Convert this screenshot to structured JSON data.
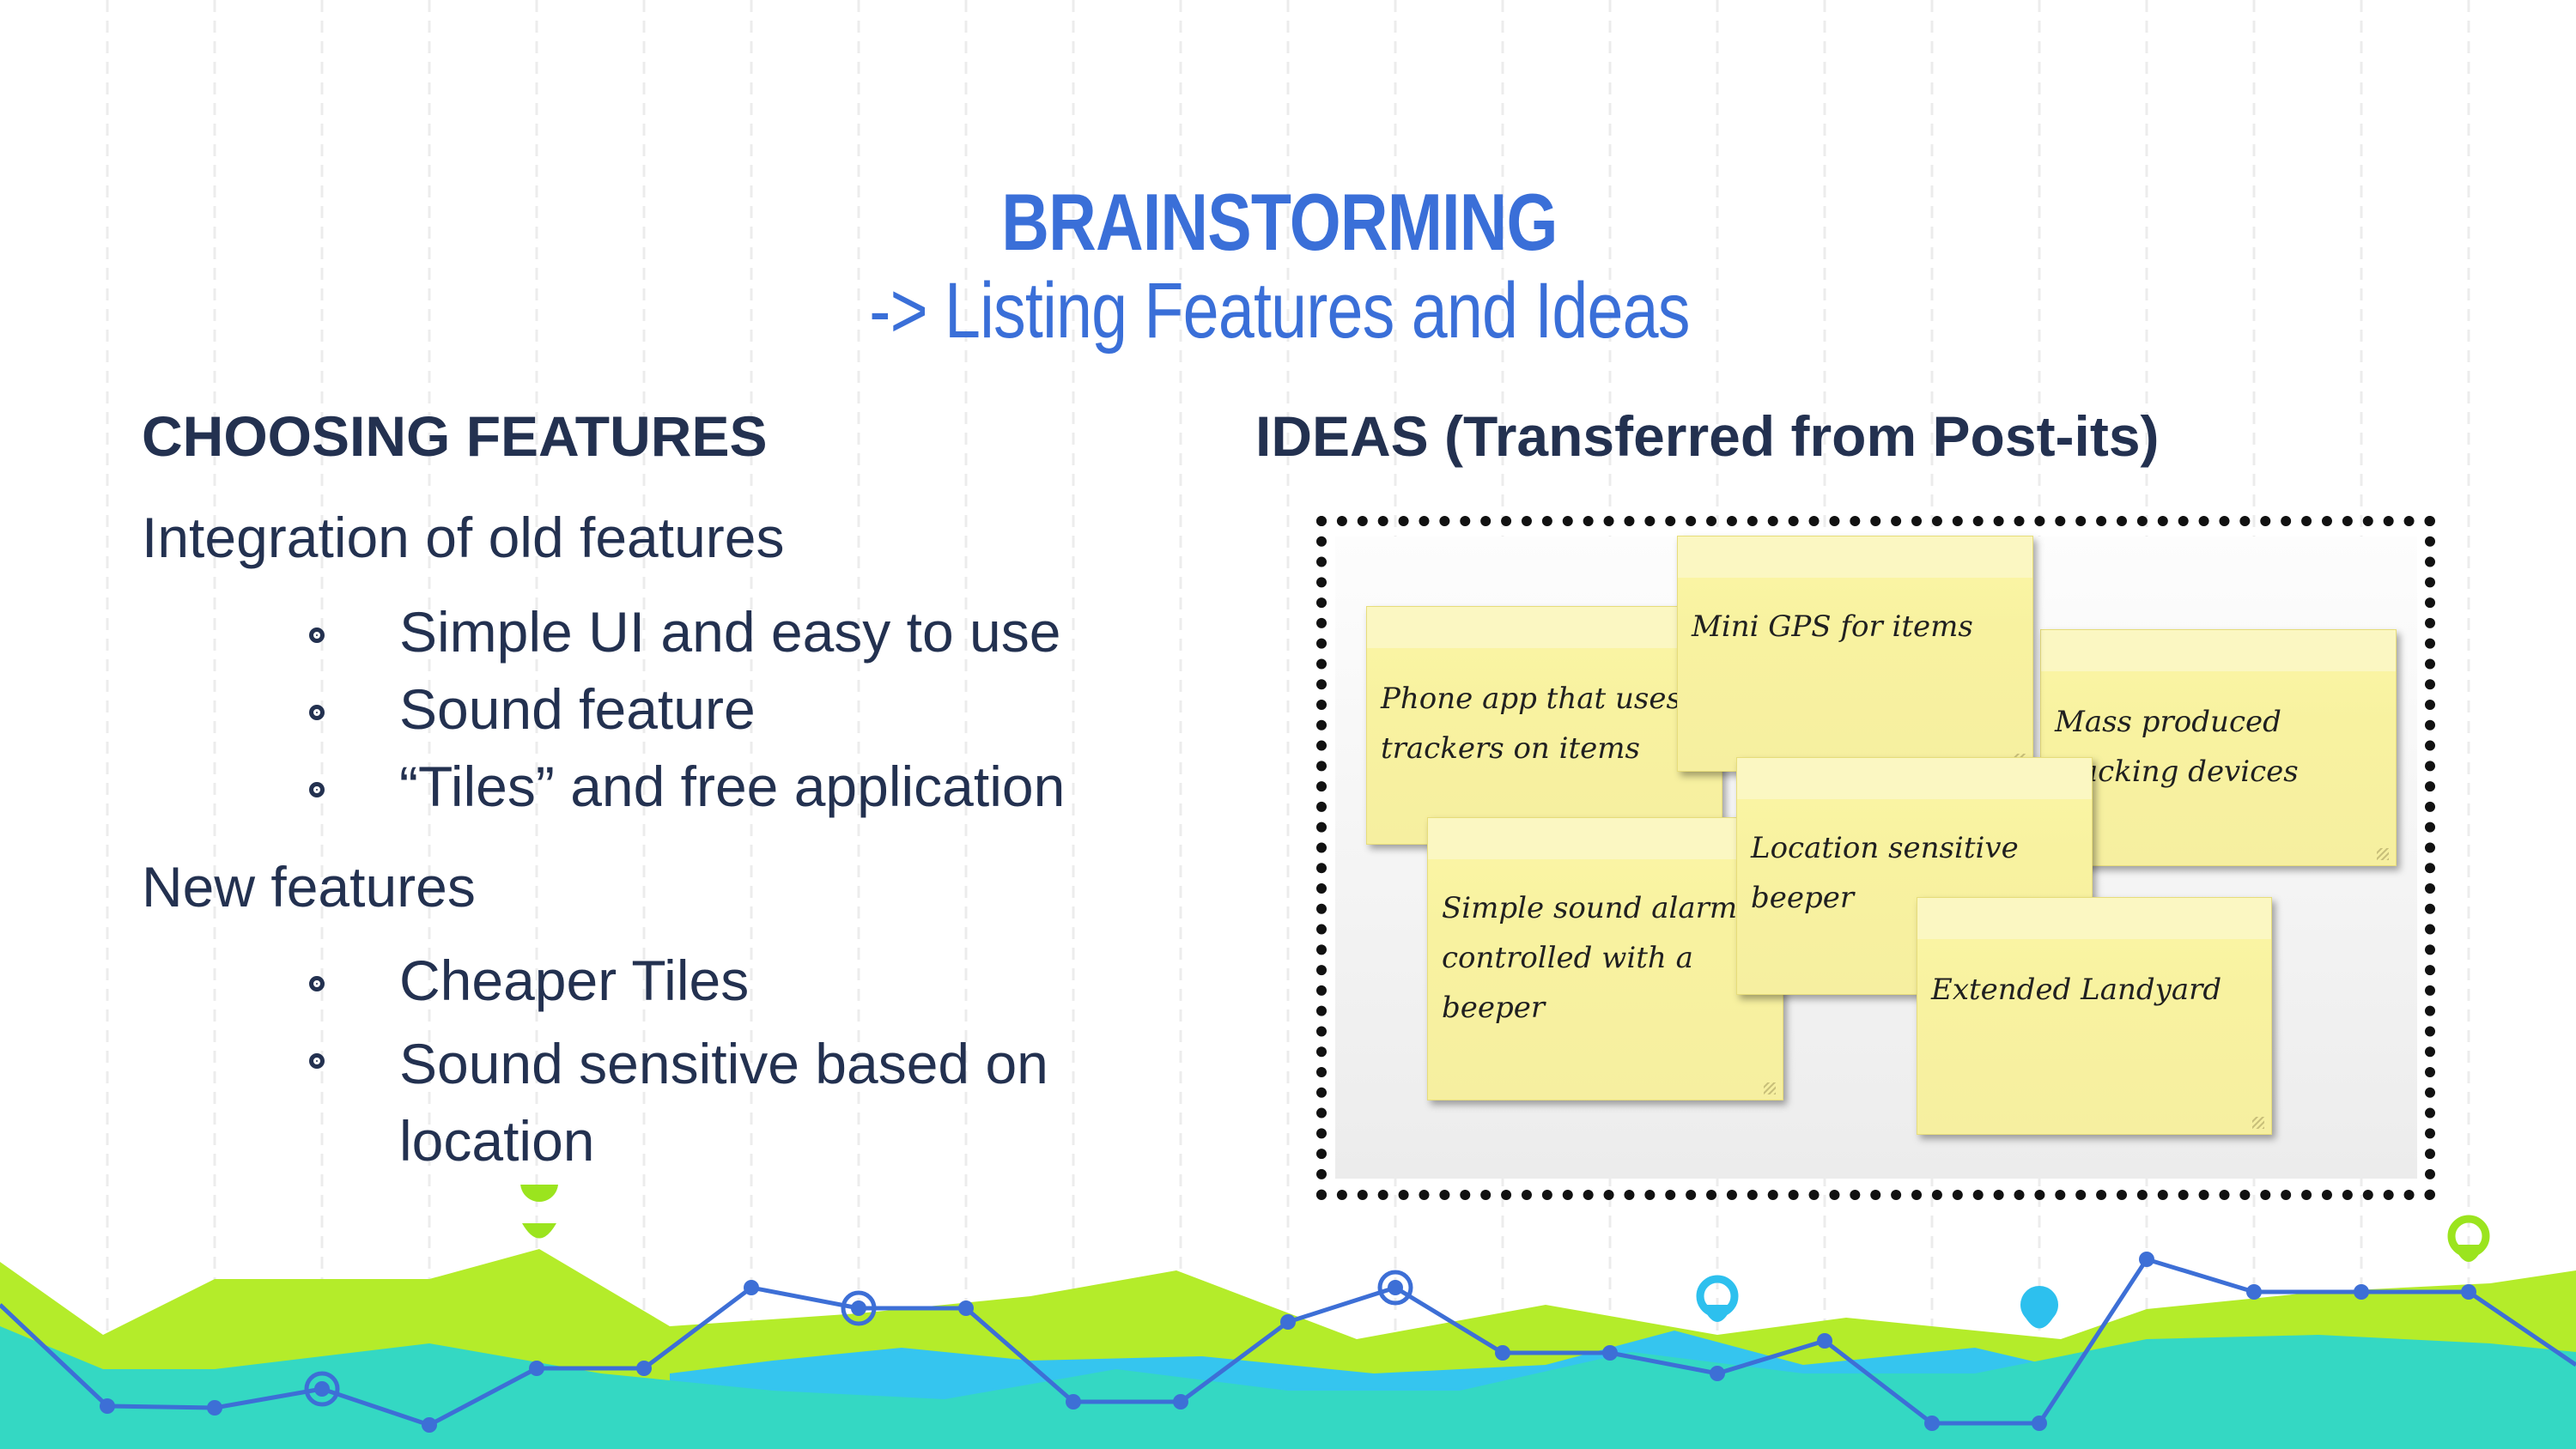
{
  "title": {
    "line1": "BRAINSTORMING",
    "line2": "-> Listing Features and Ideas"
  },
  "left": {
    "heading": "CHOOSING FEATURES",
    "group1": {
      "label": "Integration of old features",
      "items": [
        "Simple UI and easy to use",
        "Sound feature",
        "“Tiles” and free application"
      ]
    },
    "group2": {
      "label": "New features",
      "items": [
        "Cheaper Tiles",
        "Sound sensitive based on\nlocation"
      ]
    }
  },
  "right": {
    "heading": "IDEAS (Transferred from Post-its)",
    "notes": [
      "Phone app that uses\ntrackers on items",
      "Mini GPS for items",
      "Mass produced\ntracking devices",
      "Simple sound alarm\ncontrolled with a\nbeeper",
      "Location sensitive\nbeeper",
      "Extended Landyard"
    ]
  },
  "colors": {
    "title": "#3a6fd8",
    "text": "#233150",
    "lime": "#b4ec2a",
    "teal": "#34d8c3",
    "cyan": "#35c5ef",
    "line": "#3d6fd6"
  },
  "icons": [
    "bullet-circle-icon",
    "map-pin-icon"
  ]
}
